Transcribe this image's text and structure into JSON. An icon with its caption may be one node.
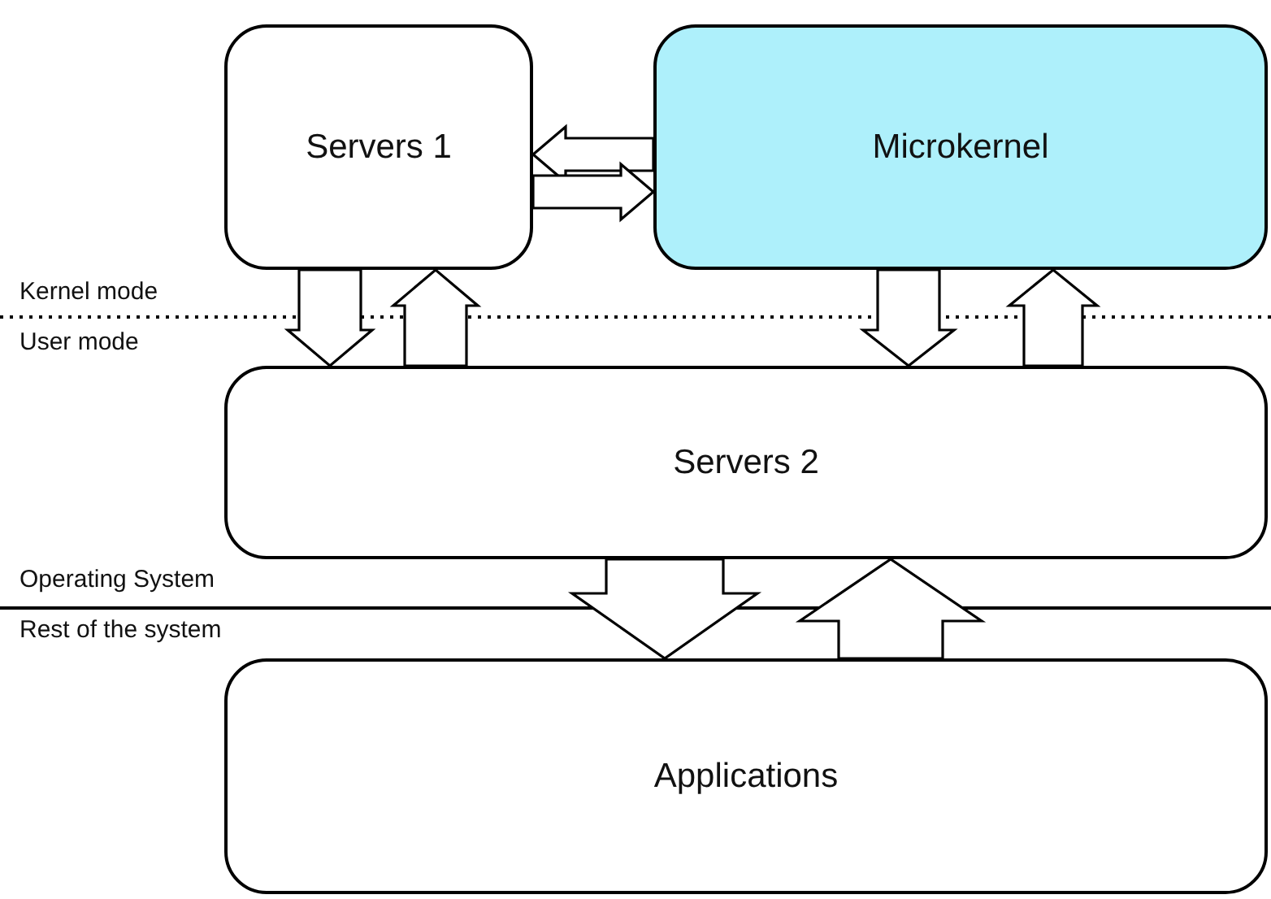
{
  "diagram": {
    "nodes": [
      {
        "text": [
          "Servers 1"
        ]
      },
      {
        "text": [
          "Microkernel"
        ]
      },
      {
        "text": [
          "Servers 2"
        ]
      },
      {
        "text": [
          "Applications"
        ]
      }
    ],
    "edges": [
      {
        "from": 1,
        "to": 0,
        "arrow": "to"
      },
      {
        "from": 0,
        "to": 1,
        "arrow": "to"
      },
      {
        "from": 0,
        "to": 2,
        "arrow": "to"
      },
      {
        "from": 2,
        "to": 0,
        "arrow": "to"
      },
      {
        "from": 1,
        "to": 2,
        "arrow": "to"
      },
      {
        "from": 2,
        "to": 1,
        "arrow": "to"
      },
      {
        "from": 2,
        "to": 3,
        "arrow": "to"
      },
      {
        "from": 3,
        "to": 2,
        "arrow": "to"
      }
    ],
    "labels": [
      "Kernel mode",
      "User mode",
      "Operating System",
      "Rest of the system"
    ]
  }
}
